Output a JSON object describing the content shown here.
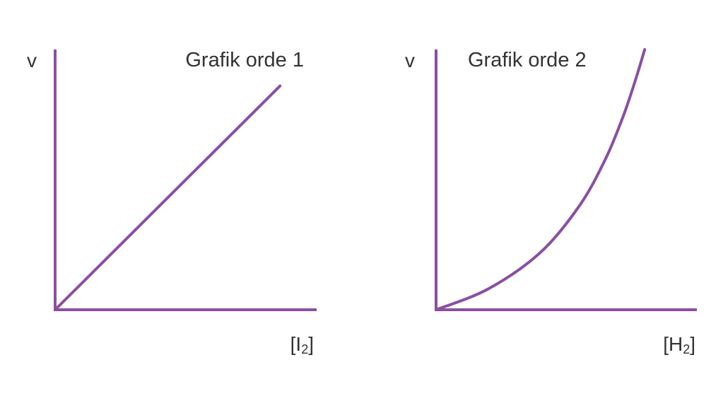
{
  "colors": {
    "line": "#8a4fa3",
    "text": "#333333",
    "background": "#ffffff"
  },
  "chart_data": [
    {
      "type": "line",
      "title": "Grafik orde 1",
      "ylabel": "v",
      "xlabel_base": "[I",
      "xlabel_sub": "2",
      "xlabel_close": "]",
      "xlim": [
        0,
        1
      ],
      "ylim": [
        0,
        1
      ],
      "series": [
        {
          "x": [
            0,
            0.86
          ],
          "y": [
            0,
            0.86
          ]
        }
      ]
    },
    {
      "type": "line",
      "title": "Grafik orde 2",
      "ylabel": "v",
      "xlabel_base": "[H",
      "xlabel_sub": "2",
      "xlabel_close": "]",
      "xlim": [
        0,
        1
      ],
      "ylim": [
        0,
        1
      ],
      "series": [
        {
          "x": [
            0,
            0.2,
            0.4,
            0.55,
            0.65,
            0.72,
            0.77,
            0.8
          ],
          "y": [
            0,
            0.08,
            0.22,
            0.4,
            0.58,
            0.75,
            0.9,
            1.0
          ]
        }
      ]
    }
  ]
}
